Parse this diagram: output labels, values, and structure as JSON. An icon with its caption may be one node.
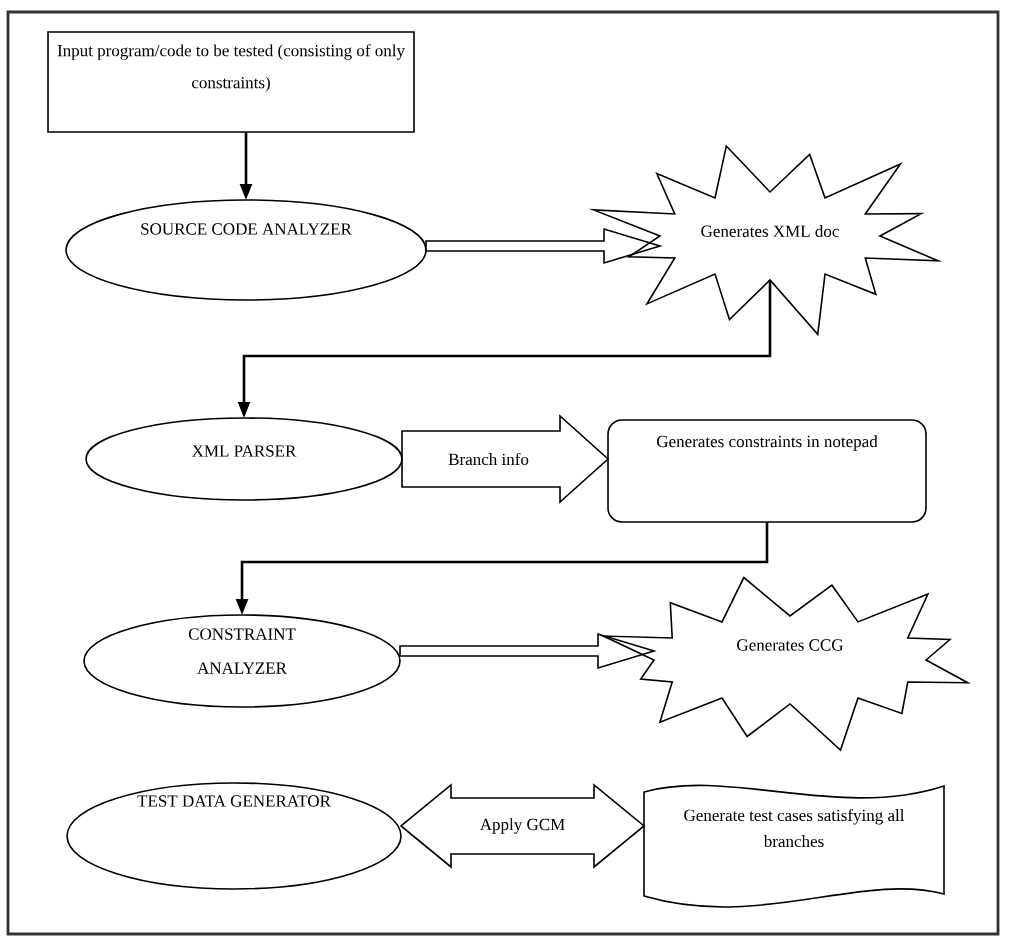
{
  "diagram": {
    "nodes": [
      {
        "text": [
          "Input program/code to be tested (consisting of only constraints)"
        ]
      },
      {
        "text": [
          "SOURCE CODE ANALYZER"
        ]
      },
      {
        "text": [
          "Generates XML doc"
        ]
      },
      {
        "text": [
          "XML PARSER"
        ]
      },
      {
        "text": [
          "Generates constraints in notepad"
        ]
      },
      {
        "text": [
          "CONSTRAINT ANALYZER"
        ]
      },
      {
        "text": [
          "Generates CCG"
        ]
      },
      {
        "text": [
          "TEST DATA GENERATOR"
        ]
      },
      {
        "text": [
          "Generate test cases satisfying all branches"
        ]
      }
    ],
    "edges": [
      {
        "from": 0,
        "to": 1,
        "arrow": "to"
      },
      {
        "from": 1,
        "to": 2,
        "arrow": "to"
      },
      {
        "from": 2,
        "to": 3,
        "arrow": "to"
      },
      {
        "from": 3,
        "to": 4,
        "arrow": "to",
        "label": "Branch info"
      },
      {
        "from": 4,
        "to": 5,
        "arrow": "to"
      },
      {
        "from": 5,
        "to": 6,
        "arrow": "to"
      },
      {
        "from": 7,
        "to": 8,
        "arrow": "both",
        "label": "Apply GCM"
      }
    ]
  }
}
